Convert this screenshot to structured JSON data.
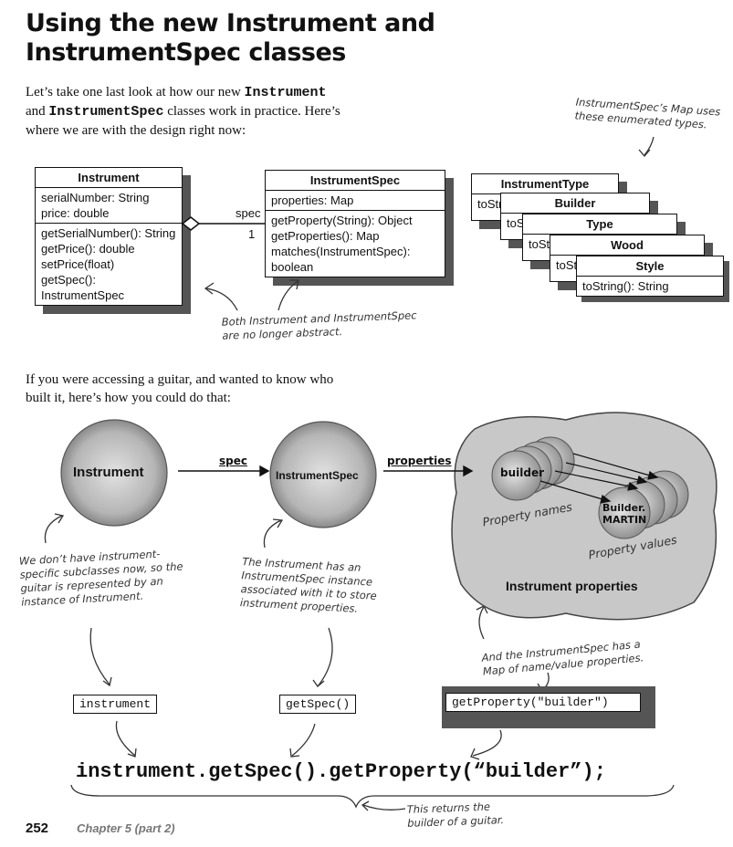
{
  "title_line1": "Using the new Instrument and",
  "title_line2": "InstrumentSpec classes",
  "intro1_a": "Let’s take one last look at how our new ",
  "intro1_b": "Instrument",
  "intro1_c": "and ",
  "intro1_d": "InstrumentSpec",
  "intro1_e": " classes work in practice. Here’s",
  "intro1_f": "where we are with the design right now:",
  "note_enum": [
    "InstrumentSpec’s Map uses",
    "these enumerated types."
  ],
  "instrument_class": {
    "name": "Instrument",
    "attrs": [
      "serialNumber: String",
      "price: double"
    ],
    "methods": [
      "getSerialNumber(): String",
      "getPrice(): double",
      "setPrice(float)",
      "getSpec(): InstrumentSpec"
    ]
  },
  "spec_class": {
    "name": "InstrumentSpec",
    "attrs": [
      "properties: Map"
    ],
    "methods": [
      "getProperty(String): Object",
      "getProperties(): Map",
      "matches(InstrumentSpec): boolean"
    ]
  },
  "assoc_label": "spec",
  "assoc_mult": "1",
  "enum_stack": [
    {
      "name": "InstrumentType",
      "method": "toString(): String"
    },
    {
      "name": "Builder",
      "method": "toString(): String"
    },
    {
      "name": "Type",
      "method": "toString(): String"
    },
    {
      "name": "Wood",
      "method": "toString(): String"
    },
    {
      "name": "Style",
      "method": "toString(): String"
    }
  ],
  "enum_partial": [
    "toStr",
    "toS",
    "toSt",
    "toSt"
  ],
  "note_abstract": [
    "Both Instrument and InstrumentSpec",
    "are no longer abstract."
  ],
  "intro2": [
    "If you were accessing a guitar, and wanted to know who",
    "built it, here’s how you could do that:"
  ],
  "circle_instrument": "Instrument",
  "circle_spec": "InstrumentSpec",
  "arrow_spec": "spec",
  "arrow_properties": "properties",
  "circle_builder": "builder",
  "circle_martin_1": "Builder.",
  "circle_martin_2": "MARTIN",
  "property_names": "Property names",
  "property_values": "Property values",
  "instrument_properties": "Instrument properties",
  "note_left": [
    "We don’t have instrument-",
    "specific subclasses now, so the",
    "guitar is represented by an",
    "instance of Instrument."
  ],
  "note_mid": [
    "The Instrument has an",
    "InstrumentSpec instance",
    "associated with it to store",
    "instrument properties."
  ],
  "note_right": [
    "And the InstrumentSpec has a",
    "Map of name/value properties."
  ],
  "code_instrument": "instrument",
  "code_getspec": "getSpec()",
  "code_getproperty": "getProperty(\"builder\")",
  "big_code": "instrument.getSpec().getProperty(“builder”);",
  "note_returns": [
    "This returns the",
    "builder of a guitar."
  ],
  "page_number": "252",
  "chapter": "Chapter 5 (part 2)"
}
